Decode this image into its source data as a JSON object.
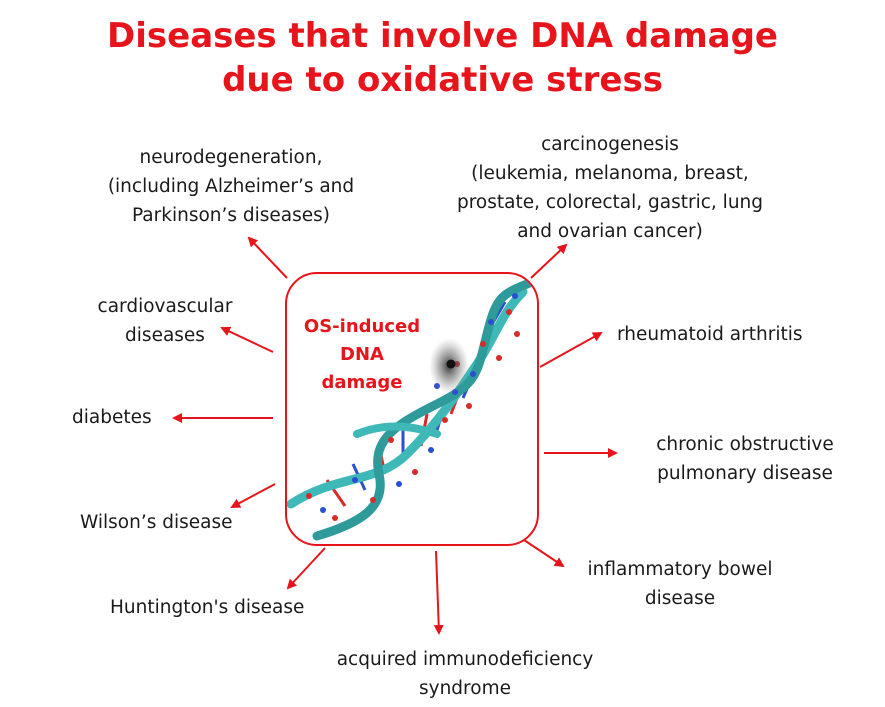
{
  "title": {
    "line1": "Diseases that involve DNA damage",
    "line2": "due to oxidative stress"
  },
  "center": {
    "line1": "OS-induced",
    "line2": "DNA damage"
  },
  "diseases": {
    "neuro": [
      "neurodegeneration,",
      "(including Alzheimer’s and",
      "Parkinson’s diseases)"
    ],
    "cardio": [
      "cardiovascular",
      "diseases"
    ],
    "diabetes": [
      "diabetes"
    ],
    "wilson": [
      "Wilson’s disease"
    ],
    "huntington": [
      "Huntington's disease"
    ],
    "aids": [
      "acquired immunodeficiency",
      "syndrome"
    ],
    "ibd": [
      "inflammatory bowel",
      "disease"
    ],
    "copd": [
      "chronic obstructive",
      "pulmonary disease"
    ],
    "ra": [
      "rheumatoid arthritis"
    ],
    "cancer": [
      "carcinogenesis",
      "(leukemia, melanoma, breast,",
      "prostate, colorectal, gastric, lung",
      "and ovarian cancer)"
    ]
  },
  "colors": {
    "accent": "#e8141b",
    "helix": "#3fb8b8",
    "text": "#1a1a1a"
  },
  "icons": [
    "dna-helix-image",
    "arrow-icon"
  ]
}
